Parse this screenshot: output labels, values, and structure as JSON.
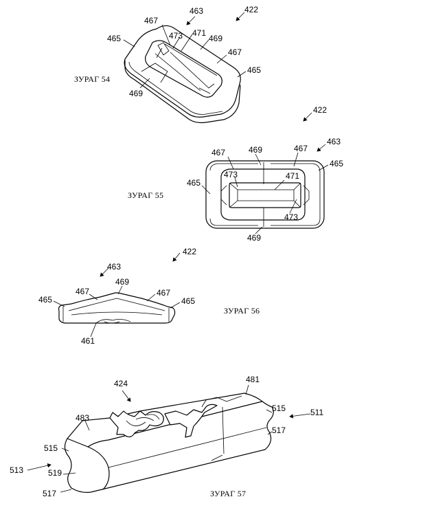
{
  "figures": [
    {
      "id": "fig54",
      "caption": "ЗУРАГ 54",
      "labels": [
        "463",
        "422",
        "467",
        "473",
        "471",
        "469",
        "465",
        "467",
        "465",
        "469"
      ]
    },
    {
      "id": "fig55",
      "caption": "ЗУРАГ 55",
      "labels": [
        "422",
        "467",
        "469",
        "467",
        "463",
        "465",
        "465",
        "473",
        "471",
        "473",
        "469"
      ]
    },
    {
      "id": "fig56",
      "caption": "ЗУРАГ 56",
      "labels": [
        "422",
        "463",
        "467",
        "469",
        "467",
        "465",
        "465",
        "461"
      ]
    },
    {
      "id": "fig57",
      "caption": "ЗУРАГ 57",
      "labels": [
        "424",
        "481",
        "483",
        "515",
        "511",
        "517",
        "515",
        "513",
        "519",
        "517"
      ]
    }
  ]
}
